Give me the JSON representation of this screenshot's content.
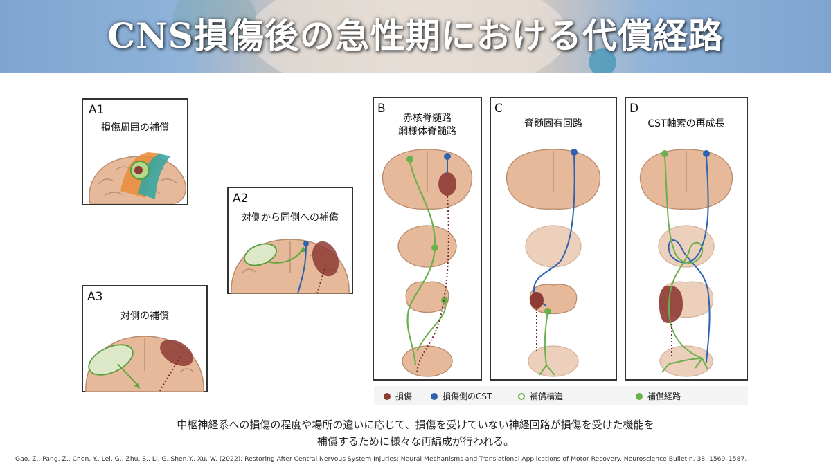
{
  "title": "CNS損傷後の急性期における代償経路",
  "panels": {
    "a1": {
      "label": "A1",
      "title": "損傷周囲の補償"
    },
    "a2": {
      "label": "A2",
      "title": "対側から同側への補償"
    },
    "a3": {
      "label": "A3",
      "title": "対側の補償"
    },
    "b": {
      "label": "B",
      "title_line1": "赤核脊髄路",
      "title_line2": "網様体脊髄路"
    },
    "c": {
      "label": "C",
      "title": "脊髄固有回路"
    },
    "d": {
      "label": "D",
      "title": "CST軸索の再成長"
    }
  },
  "legend": {
    "injury": {
      "label": "損傷",
      "color": "#8e3b35"
    },
    "cst": {
      "label": "損傷側のCST",
      "color": "#2f63b0"
    },
    "structure": {
      "label": "補償構造",
      "color": "#6ab04c"
    },
    "pathway": {
      "label": "補償経路",
      "color": "#6ab04c"
    }
  },
  "caption": {
    "line1": "中枢神経系への損傷の程度や場所の違いに応じて、損傷を受けていない神経回路が損傷を受けた機能を",
    "line2": "補償するために様々な再編成が行われる。"
  },
  "reference": "Gao, Z., Pang, Z., Chen, Y., Lei, G., Zhu, S., Li, G.,Shen,Y., Xu, W. (2022). Restoring After Central Nervous System Injuries: Neural Mechanisms and Translational Applications of Motor Recovery. Neuroscience Bulletin, 38, 1569–1587."
}
